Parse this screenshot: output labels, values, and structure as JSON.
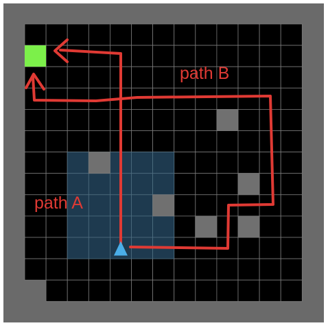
{
  "colors": {
    "page_background": "#ffffff",
    "outer_frame": "#6a6a6a",
    "floor_cell": "#000000",
    "grid_line": "#7a7a7a",
    "wall_block": "#707070",
    "visible_region": "#1e3a4f",
    "goal": "#7cf04a",
    "agent": "#4aaee8",
    "path_stroke": "#e03a34",
    "label_text": "#e03a34"
  },
  "grid": {
    "columns": 13,
    "rows": 13,
    "missing_cells": [
      {
        "col": 0,
        "row": 12
      }
    ]
  },
  "wall_cells": [
    {
      "col": 3,
      "row": 6
    },
    {
      "col": 9,
      "row": 4
    },
    {
      "col": 10,
      "row": 7
    },
    {
      "col": 6,
      "row": 8
    },
    {
      "col": 8,
      "row": 9
    },
    {
      "col": 10,
      "row": 9
    }
  ],
  "view_region": {
    "col_start": 2,
    "col_end": 6,
    "row_start": 6,
    "row_end": 10
  },
  "goal": {
    "col": 0,
    "row": 1,
    "icon": "green-square-goal"
  },
  "agent": {
    "col": 4,
    "row": 10,
    "icon": "triangle-up-agent"
  },
  "labels": {
    "path_a": "path A",
    "path_b": "path B"
  }
}
